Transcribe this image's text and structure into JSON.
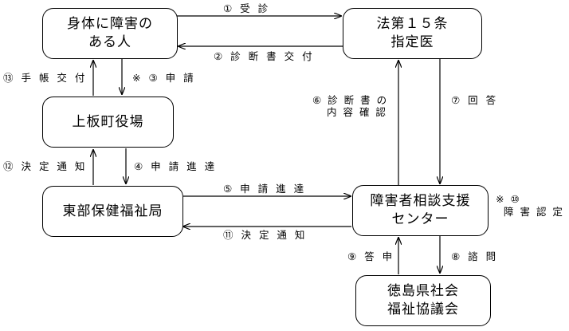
{
  "nodes": {
    "person": {
      "line1": "身体に障害の",
      "line2": "ある人"
    },
    "doctor": {
      "line1": "法第１５条",
      "line2": "指定医"
    },
    "town": {
      "line1": "上板町役場"
    },
    "bureau": {
      "line1": "東部保健福祉局"
    },
    "center": {
      "line1": "障害者相談支援",
      "line2": "センター"
    },
    "council": {
      "line1": "徳島県社会",
      "line2": "福祉協議会"
    }
  },
  "edges": {
    "e1": "① 受 診",
    "e2": "② 診 断 書 交 付",
    "e3": "※ ③ 申 請",
    "e4": "④ 申 請 進 達",
    "e5": "⑤ 申 請 進 達",
    "e6_line1": "⑥ 診 断 書 の",
    "e6_line2": "内 容 確 認",
    "e7": "⑦ 回 答",
    "e8": "⑧ 諮 問",
    "e9": "⑨ 答 申",
    "e10_line1": "※ ⑩",
    "e10_line2": "障 害 認 定",
    "e11": "⑪ 決 定 通 知",
    "e12": "⑫ 決 定 通 知",
    "e13": "⑬ 手 帳 交 付"
  }
}
